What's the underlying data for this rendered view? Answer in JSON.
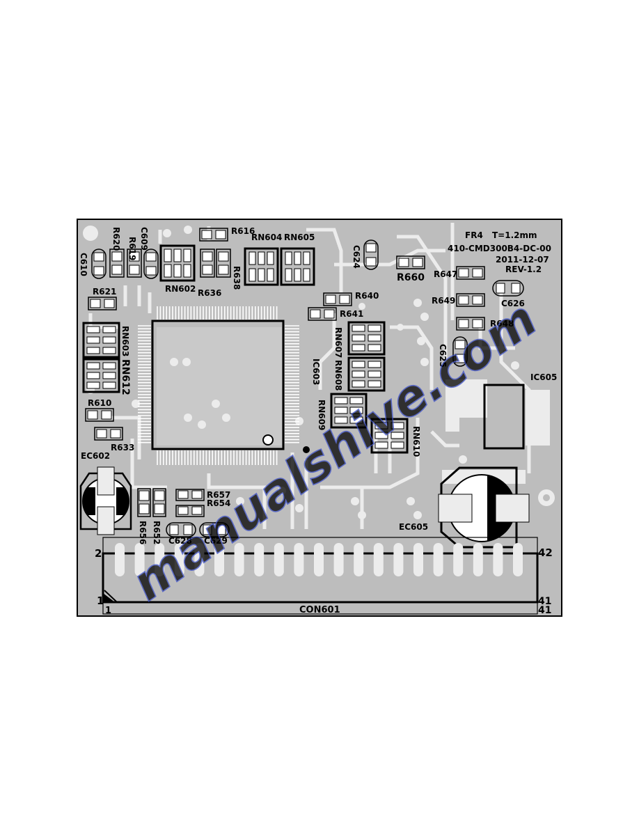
{
  "board_info": {
    "material": "FR4",
    "thickness": "T=1.2mm",
    "part_number": "410-CMD300B4-DC-00",
    "date": "2011-12-07",
    "revision": "REV-1.2"
  },
  "designators": {
    "R620": "R620",
    "C609": "C609",
    "R619": "R619",
    "C610": "C610",
    "R616": "R616",
    "RN604": "RN604",
    "RN605": "RN605",
    "RN602": "RN602",
    "R636": "R636",
    "R638": "R638",
    "C624": "C624",
    "R660": "R660",
    "R647": "R647",
    "R649": "R649",
    "C626": "C626",
    "R648": "R648",
    "R621": "R621",
    "R640": "R640",
    "R641": "R641",
    "RN603": "RN603",
    "RN612": "RN612",
    "RN607": "RN607",
    "RN608": "RN608",
    "IC603": "IC603",
    "C625": "C625",
    "IC605": "IC605",
    "R610": "R610",
    "R633": "R633",
    "RN609": "RN609",
    "RN610": "RN610",
    "EC602": "EC602",
    "R657": "R657",
    "R654": "R654",
    "R656": "R656",
    "R652": "R652",
    "C628": "C628",
    "C629": "C629",
    "EC605": "EC605",
    "CON601": "CON601"
  },
  "connector_pins": {
    "top_left": "2",
    "bottom_left": "1",
    "top_right": "42",
    "bottom_right": "41"
  },
  "watermark": "manualshive.com",
  "colors": {
    "board": "#bdbdbd",
    "copper": "#ececec",
    "silk": "#000000",
    "watermark": "#3b4fc8"
  }
}
